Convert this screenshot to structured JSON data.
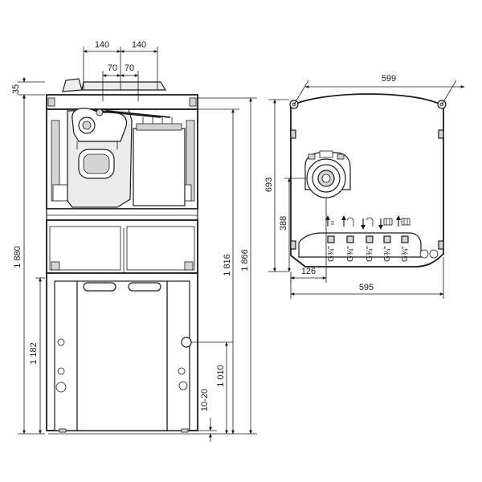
{
  "front_view": {
    "dims": {
      "top_left_offset": "140",
      "top_right_offset": "140",
      "inner_left": "70",
      "inner_right": "70",
      "top_height": "35",
      "total_height_left": "1 880",
      "lower_height": "1 182",
      "height_1816": "1 816",
      "height_1866": "1 866",
      "height_1010": "1 010",
      "feet_range": "10-20"
    }
  },
  "top_view": {
    "dims": {
      "diagonal_width": "599",
      "depth_total": "693",
      "depth_connections": "388",
      "flue_offset": "126",
      "width": "595"
    },
    "connections": [
      {
        "size": "G¾\"",
        "icon": "heating-flow-icon"
      },
      {
        "size": "G¾\"",
        "icon": "hot-water-icon"
      },
      {
        "size": "G¾\"",
        "icon": "gas-icon"
      },
      {
        "size": "G¾\"",
        "icon": "cold-water-icon"
      },
      {
        "size": "G¾\"",
        "icon": "heating-return-icon"
      }
    ]
  }
}
